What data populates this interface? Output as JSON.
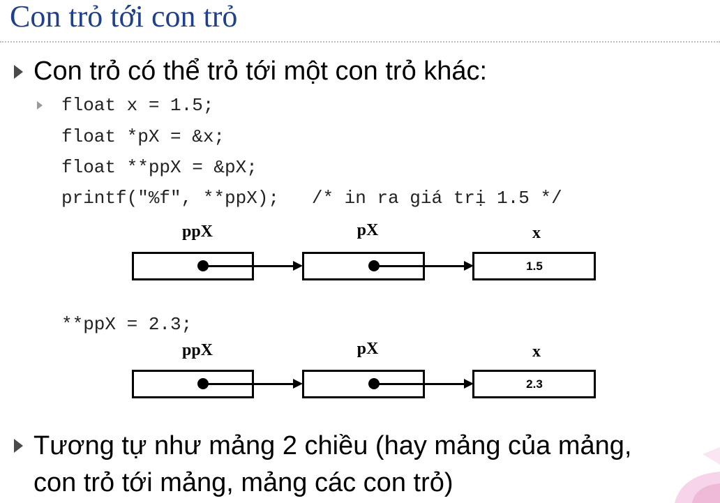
{
  "slide": {
    "title": "Con trỏ tới con trỏ",
    "bullet1": "Con trỏ có thể trỏ tới một con trỏ khác:",
    "code_lines": [
      "float x = 1.5;",
      "float *pX = &x;",
      "float **ppX = &pX;",
      "printf(\"%f\", **ppX);   /* in ra giá trị 1.5 */"
    ],
    "diagram1": {
      "labels": [
        "ppX",
        "pX",
        "x"
      ],
      "value": "1.5"
    },
    "assignment": "**ppX = 2.3;",
    "diagram2": {
      "labels": [
        "ppX",
        "pX",
        "x"
      ],
      "value": "2.3"
    },
    "bullet2_line1": "Tương tự như mảng 2 chiều (hay mảng của mảng,",
    "bullet2_line2": "con trỏ tới mảng, mảng các con trỏ)"
  },
  "colors": {
    "title": "#1f3f8f",
    "bullet_l1": "#4a4a4a",
    "bullet_l2": "#9a9a9a",
    "decoration": "#f3c2e0"
  }
}
